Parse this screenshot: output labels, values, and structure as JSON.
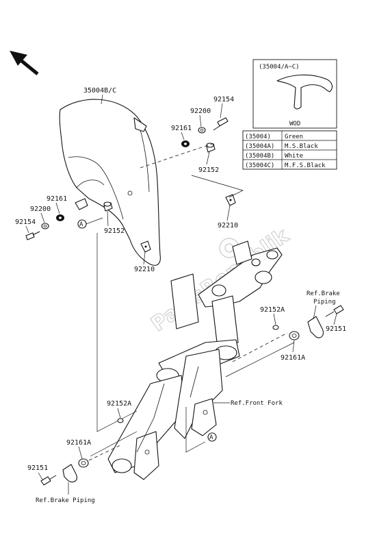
{
  "watermark": "PartsRepublik",
  "color_table": {
    "header": "(35004/A~C)",
    "wod": "WOD",
    "rows": [
      {
        "code": "(35004)",
        "color": "Green"
      },
      {
        "code": "(35004A)",
        "color": "M.S.Black"
      },
      {
        "code": "(35004B)",
        "color": "White"
      },
      {
        "code": "(35004C)",
        "color": "M.F.S.Black"
      }
    ]
  },
  "labels": {
    "fender": "35004B/C",
    "p92154_top": "92154",
    "p92200_top": "92200",
    "p92161_top": "92161",
    "p92152_top": "92152",
    "p92210_right": "92210",
    "p92161_left": "92161",
    "p92200_left": "92200",
    "p92154_left": "92154",
    "p92152_left": "92152",
    "p92210_bottom": "92210",
    "ref_brake_upper_1": "Ref.Brake",
    "ref_brake_upper_2": "Piping",
    "p92151_right": "92151",
    "p92152A_right": "92152A",
    "p92161A_right": "92161A",
    "ref_front_fork": "Ref.Front Fork",
    "p92152A_left": "92152A",
    "p92161A_left": "92161A",
    "p92151_left": "92151",
    "ref_brake_lower": "Ref.Brake Piping",
    "marker_a": "A"
  }
}
